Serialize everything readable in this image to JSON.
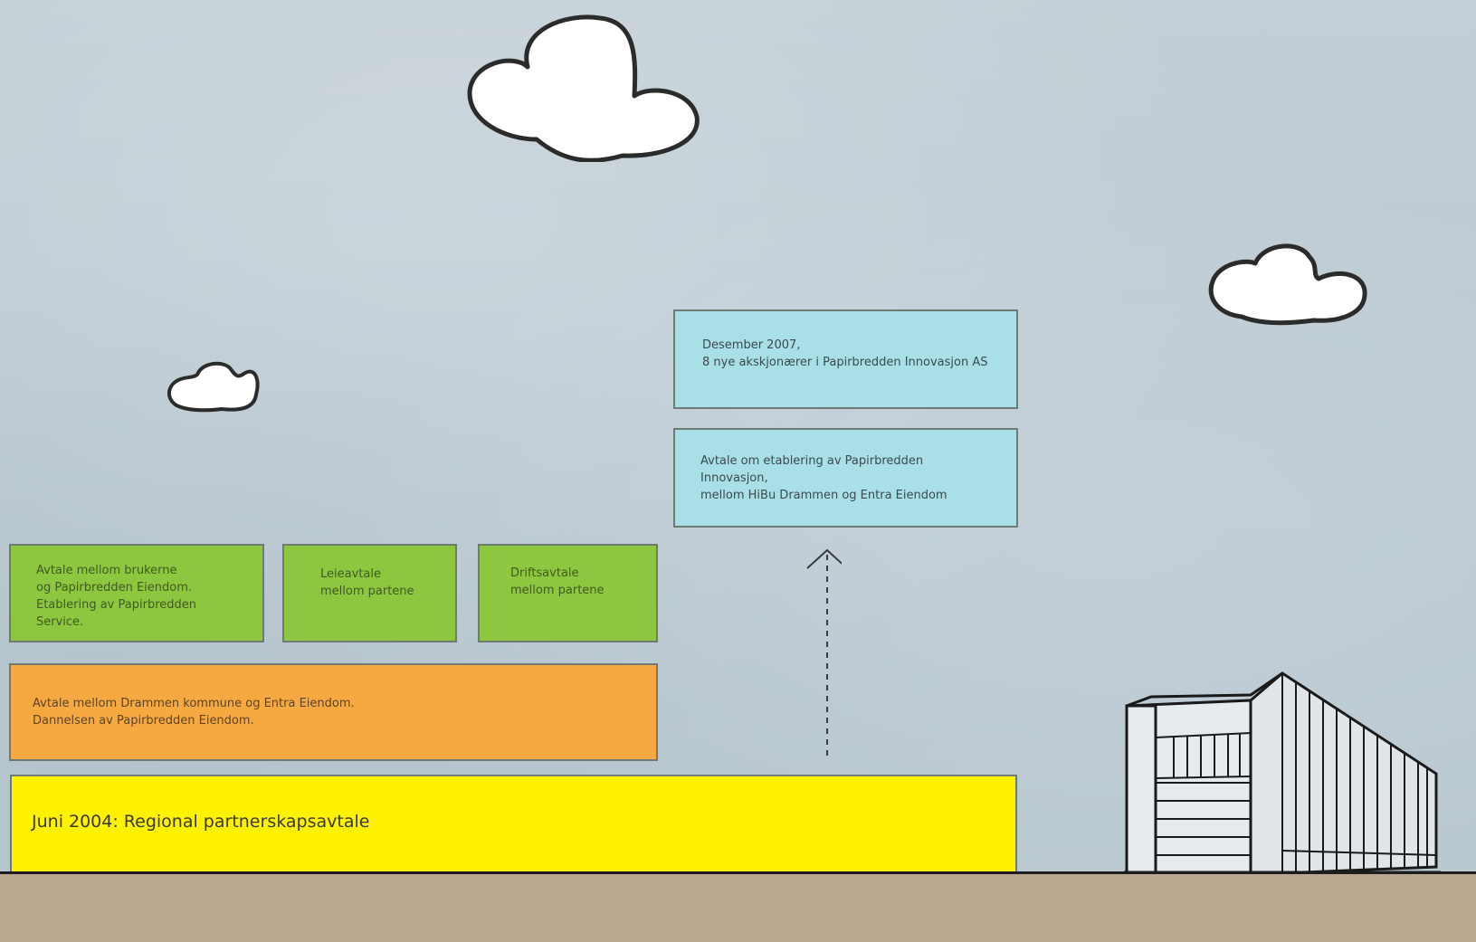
{
  "diagram": {
    "boxes": {
      "yellow_base": "Juni 2004: Regional partnerskapsavtale",
      "orange_middle": "Avtale mellom Drammen kommune og Entra Eiendom.\nDannelsen av Papirbredden Eiendom.",
      "green_left": "Avtale mellom brukerne\nog Papirbredden Eiendom.\nEtablering av Papirbredden Service.",
      "green_mid": "Leieavtale\nmellom partene",
      "green_right": "Driftsavtale\nmellom partene",
      "blue_lower": "Avtale om etablering av Papirbredden Innovasjon,\nmellom HiBu Drammen og Entra Eiendom",
      "blue_upper": "Desember 2007,\n8 nye akskjonærer i Papirbredden Innovasjon AS"
    },
    "colors": {
      "sky": "#bfcbd3",
      "ground": "#b9a88f",
      "yellow": "#fff200",
      "orange": "#f7a941",
      "green": "#8dc63f",
      "blue": "#a9dfe6"
    },
    "icons": [
      "cloud-icon",
      "dashed-arrow-up-icon",
      "building-icon"
    ]
  }
}
